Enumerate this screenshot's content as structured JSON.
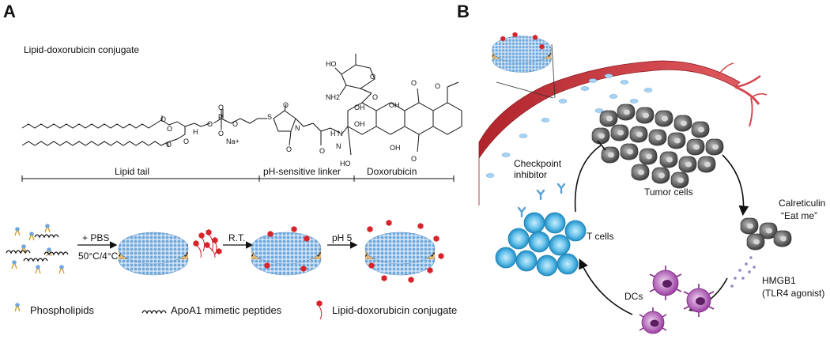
{
  "panel_a": {
    "label": "A",
    "title": "Lipid-doxorubicin conjugate",
    "chem": {
      "o": "O",
      "h": "H",
      "p": "P",
      "s": "S",
      "n": "N",
      "na": "Na+",
      "nh": "NH",
      "hn": "H N",
      "ho": "HO",
      "oh": "OH",
      "nh2": "NH2"
    },
    "regions": [
      "Lipid tail",
      "pH-sensitive linker",
      "Doxorubicin"
    ],
    "steps": {
      "step1_top": "+ PBS",
      "step1_bottom": "50°C/4°C",
      "plus": "+",
      "step2": "R.T.",
      "step3": "pH 5"
    },
    "legend": [
      "Phospholipids",
      "ApoA1 mimetic peptides",
      "Lipid-doxorubicin conjugate"
    ]
  },
  "panel_b": {
    "label": "B",
    "labels": {
      "checkpoint_inhibitor": "Checkpoint inhibitor",
      "tumor_cells": "Tumor cells",
      "calreticulin": "Calreticulin",
      "eat_me": "“Eat me”",
      "t_cells": "T cells",
      "hmgb1": "HMGB1",
      "tlr4": "(TLR4 agonist)",
      "dcs": "DCs"
    }
  },
  "colors": {
    "lipid_blue": "#7fb6e6",
    "peptide_band": "#e2b56a",
    "drug_red": "#d8232a",
    "vessel": "#c8333a",
    "tumor_gray": "#6e6e6e",
    "t_cell": "#3aa6d8",
    "dc_purple": "#a24fa8"
  }
}
